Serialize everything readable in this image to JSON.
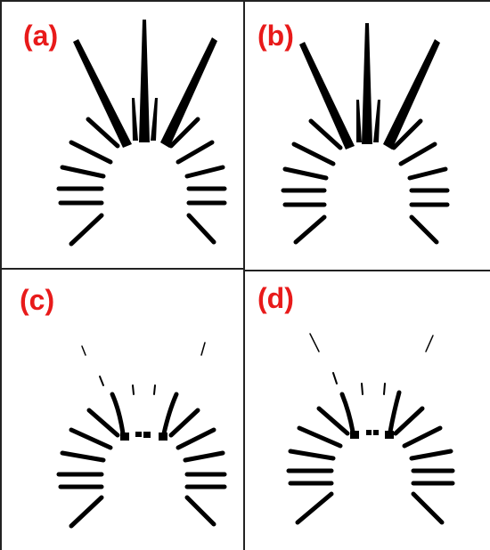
{
  "panels": [
    {
      "id": "a",
      "label": "(a)"
    },
    {
      "id": "b",
      "label": "(b)"
    },
    {
      "id": "c",
      "label": "(c)"
    },
    {
      "id": "d",
      "label": "(d)"
    }
  ],
  "colors": {
    "label": "#e81a1a",
    "strokes": "#000000",
    "border": "#222222"
  }
}
